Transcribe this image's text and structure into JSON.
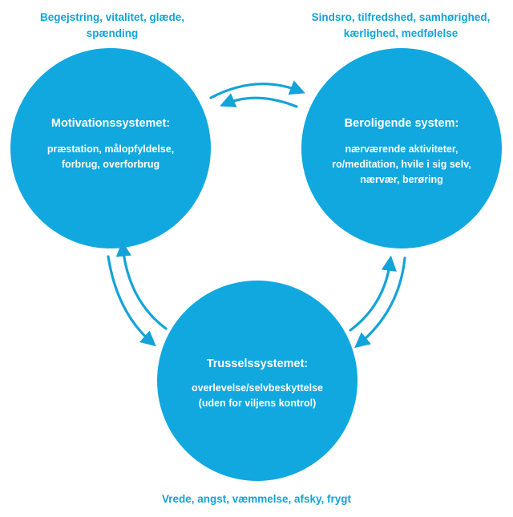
{
  "colors": {
    "circle_fill": "#10a8df",
    "caption_text": "#13a3d8",
    "arrow": "#13a3d8",
    "circle_text": "#ffffff"
  },
  "motivation": {
    "caption": [
      "Begejstring, vitalitet, glæde,",
      "spænding"
    ],
    "title": "Motivationssystemet:",
    "body": [
      "præstation, målopfyldelse,",
      "forbrug, overforbrug"
    ]
  },
  "soothing": {
    "caption": [
      "Sindsro, tilfredshed, samhørighed,",
      "kærlighed, medfølelse"
    ],
    "title": "Beroligende system:",
    "body": [
      "nærværende aktiviteter,",
      "ro/meditation, hvile i sig selv,",
      "nærvær, berøring"
    ]
  },
  "threat": {
    "caption": [
      "Vrede, angst, væmmelse, afsky, frygt"
    ],
    "title": "Trusselssystemet:",
    "body": [
      "overlevelse/selvbeskyttelse",
      "(uden for viljens kontrol)"
    ]
  }
}
